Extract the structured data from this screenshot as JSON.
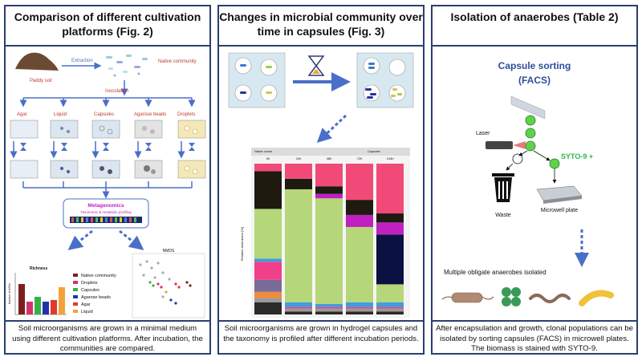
{
  "panel1": {
    "title": "Comparison of different cultivation platforms (Fig. 2)",
    "caption": "Soil microorganisms are grown in a minimal medium using different cultivation platforms. After incubation, the communities are compared.",
    "paddy_soil": "Paddy soil",
    "extraction": "Extraction",
    "native_community": "Native community",
    "inoculation": "Inoculation",
    "platforms": [
      "Agar",
      "Liquid",
      "Capsules",
      "Agarose beads",
      "Droplets"
    ],
    "metagenomics_title": "Metagenomics",
    "metagenomics_sub": "Taxonomic & metabolic profiling",
    "richness_title": "Richness",
    "richness_ylabel": "Number of ASVs",
    "nmds_title": "NMDS",
    "legend": [
      {
        "label": "Native community",
        "color": "#7b2020"
      },
      {
        "label": "Droplets",
        "color": "#d6336c"
      },
      {
        "label": "Capsules",
        "color": "#36b24a"
      },
      {
        "label": "Agarose beads",
        "color": "#2233aa"
      },
      {
        "label": "Agar",
        "color": "#e03a2a"
      },
      {
        "label": "Liquid",
        "color": "#f2a23a"
      }
    ]
  },
  "panel2": {
    "title": "Changes in microbial community over time in capsules (Fig. 3)",
    "caption": "Soil microorganisms are grown in hydrogel capsules and the taxonomy is profiled after different incubation periods.",
    "chart_data": {
      "type": "bar",
      "stacked": true,
      "categories": [
        "0h",
        "24h",
        "48h",
        "72h",
        "144h"
      ],
      "group_labels": [
        "Native comm.",
        "Capsules"
      ],
      "ylabel": "Relative abundance [%]",
      "ylim": [
        0,
        100
      ],
      "series": [
        {
          "color": "#2a2a2a",
          "values": [
            8,
            2,
            2,
            2,
            2
          ]
        },
        {
          "color": "#9a9a9a",
          "values": [
            3,
            2,
            2,
            2,
            2
          ]
        },
        {
          "color": "#f28a3a",
          "values": [
            4,
            0,
            0,
            0,
            0
          ]
        },
        {
          "color": "#7a6a9a",
          "values": [
            8,
            0,
            0,
            0,
            0
          ]
        },
        {
          "color": "#f0408a",
          "values": [
            12,
            1,
            1,
            1,
            1
          ]
        },
        {
          "color": "#3aa0e0",
          "values": [
            2,
            3,
            2,
            3,
            3
          ]
        },
        {
          "color": "#b6d67a",
          "values": [
            33,
            75,
            70,
            50,
            12
          ]
        },
        {
          "color": "#0a1040",
          "values": [
            0,
            0,
            0,
            0,
            33
          ]
        },
        {
          "color": "#c020c0",
          "values": [
            0,
            0,
            3,
            8,
            8
          ]
        },
        {
          "color": "#1e1a10",
          "values": [
            25,
            7,
            5,
            10,
            6
          ]
        },
        {
          "color": "#f24a78",
          "values": [
            5,
            10,
            15,
            24,
            33
          ]
        }
      ]
    }
  },
  "panel3": {
    "title": "Isolation of anaerobes (Table 2)",
    "caption": "After encapsulation and growth, clonal populations can be isolated by sorting capsules (FACS) in microwell plates. The biomass is stained with SYTO-9.",
    "sorting_title_1": "Capsule sorting",
    "sorting_title_2": "(FACS)",
    "laser": "Laser",
    "syto": "SYTO-9 +",
    "waste": "Waste",
    "microwell": "Microwell plate",
    "isolated": "Multiple obligate anaerobes isolated"
  }
}
